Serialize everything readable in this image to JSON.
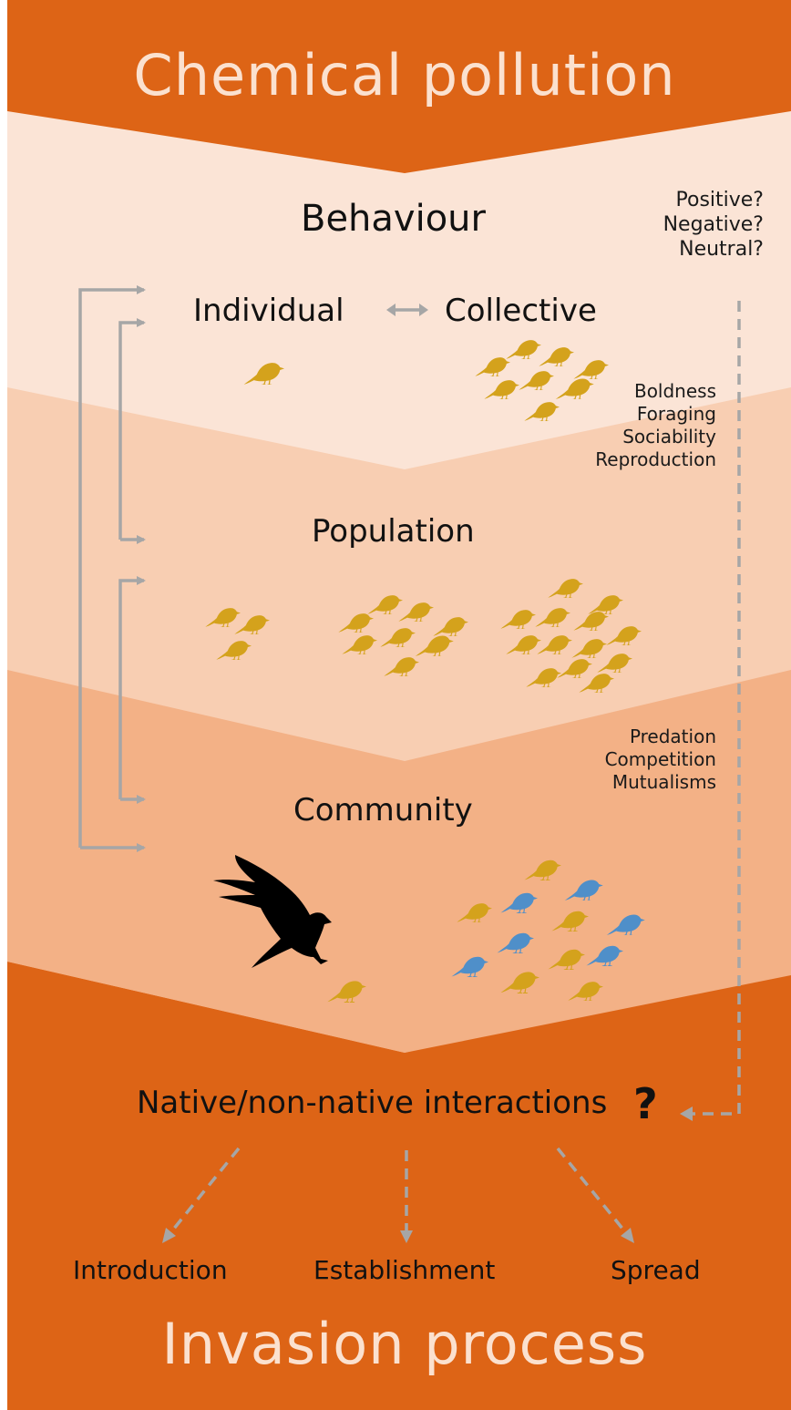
{
  "colors": {
    "dark_orange": "#dd6416",
    "band_lightest": "#fbe4d6",
    "band_light": "#f8ceb2",
    "band_mid": "#f3b186",
    "mustard_bird": "#d4a21c",
    "blue_bird": "#4f8fc9",
    "raptor": "#000000",
    "connector_grey": "#a6a6a6",
    "title_text": "#fbe1cf"
  },
  "titles": {
    "top": "Chemical  pollution",
    "bottom": "Invasion process"
  },
  "levels": {
    "behaviour": "Behaviour",
    "individual": "Individual",
    "collective": "Collective",
    "population": "Population",
    "community": "Community"
  },
  "effects": [
    "Positive?",
    "Negative?",
    "Neutral?"
  ],
  "behaviour_traits": [
    "Boldness",
    "Foraging",
    "Sociability",
    "Reproduction"
  ],
  "community_interactions": [
    "Predation",
    "Competition",
    "Mutualisms"
  ],
  "native_interactions": {
    "label": "Native/non-native interactions",
    "symbol": "?"
  },
  "invasion_stages": [
    "Introduction",
    "Establishment",
    "Spread"
  ]
}
